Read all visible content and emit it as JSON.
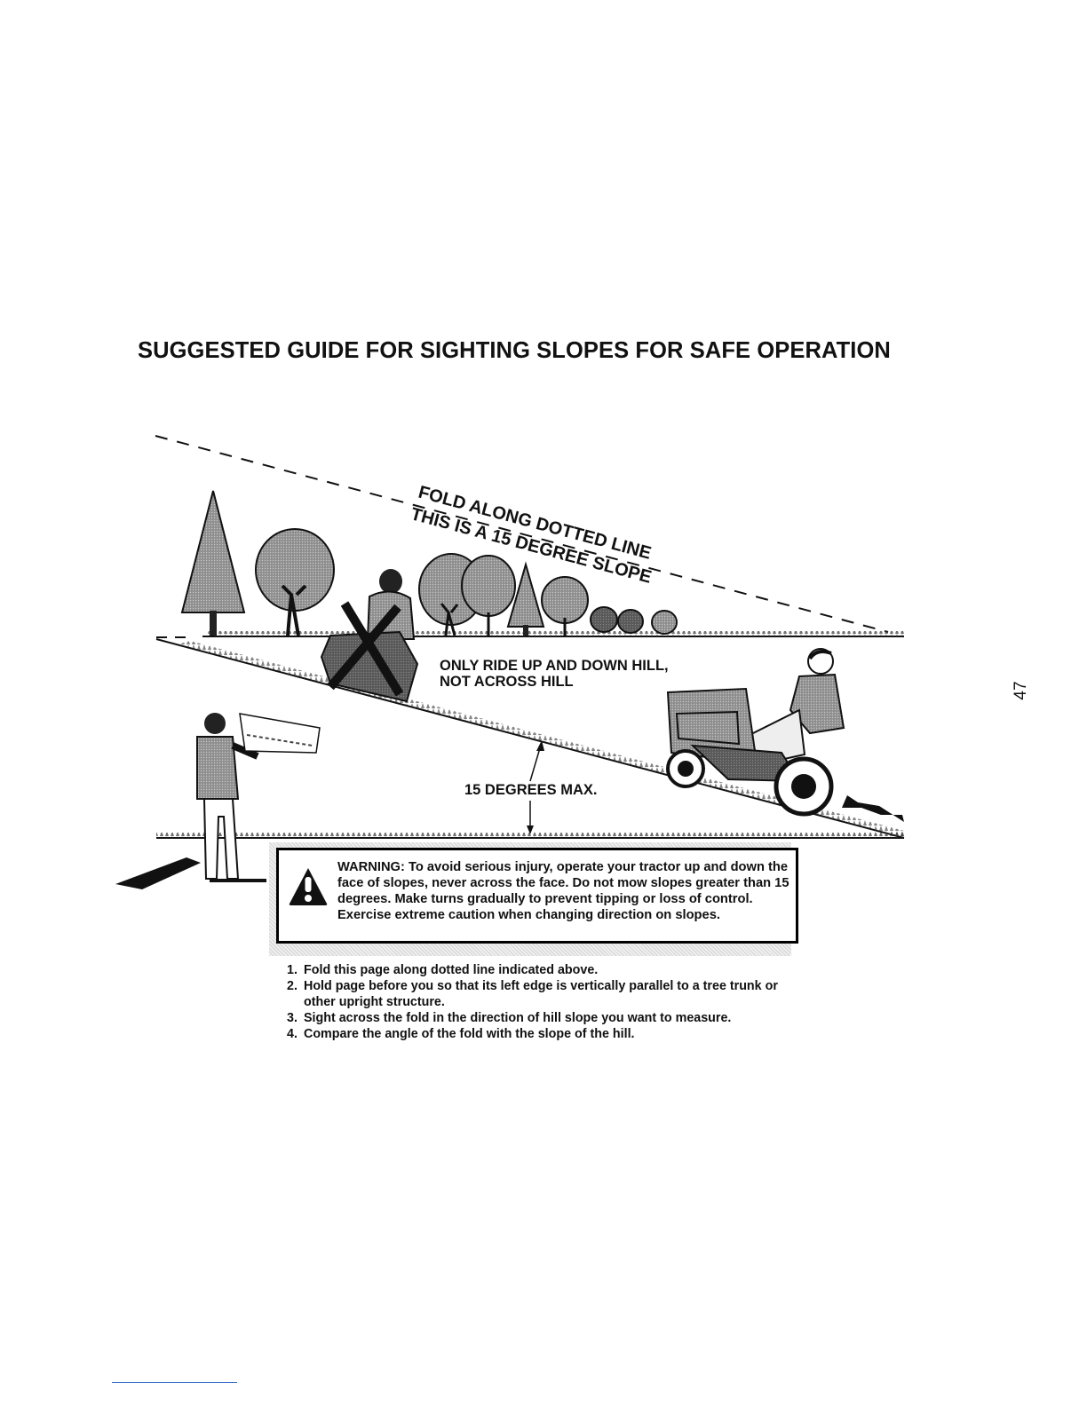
{
  "page": {
    "title": "SUGGESTED GUIDE FOR SIGHTING SLOPES FOR SAFE OPERATION",
    "page_number": "47"
  },
  "illustration": {
    "fold_label": "FOLD ALONG DOTTED LINE",
    "slope_label": "THIS IS A 15 DEGREE SLOPE",
    "ride_instruction_line1": "ONLY RIDE UP AND DOWN HILL,",
    "ride_instruction_line2": "NOT ACROSS HILL",
    "max_angle_label": "15 DEGREES MAX.",
    "slope_angle_degrees": 15,
    "icons": [
      "pine-tree-icon",
      "deciduous-tree-icon",
      "person-sighting-icon",
      "riding-mower-icon",
      "crossed-out-mower-icon",
      "direction-arrow-icon"
    ]
  },
  "warning": {
    "icon": "warning-triangle-icon",
    "text": "WARNING: To avoid serious injury, operate your tractor up and down the face of slopes, never across the face. Do not mow slopes greater than 15 degrees. Make turns gradually to prevent tipping or loss of control. Exercise extreme caution when changing direction on slopes."
  },
  "instructions": [
    {
      "number": "1.",
      "text": "Fold this page along dotted line indicated above."
    },
    {
      "number": "2.",
      "text": "Hold page before you so that its left edge is vertically parallel to a tree trunk or other upright structure."
    },
    {
      "number": "3.",
      "text": "Sight across the fold in the direction of hill slope you want to measure."
    },
    {
      "number": "4.",
      "text": "Compare the angle of the fold with the slope of the hill."
    }
  ],
  "colors": {
    "ink": "#111111",
    "tree_gray": "#7a7a7a",
    "dark_tree_gray": "#5a5a5a",
    "mower_gray": "#9a9a9a",
    "rule_blue": "#3a6fd0"
  }
}
